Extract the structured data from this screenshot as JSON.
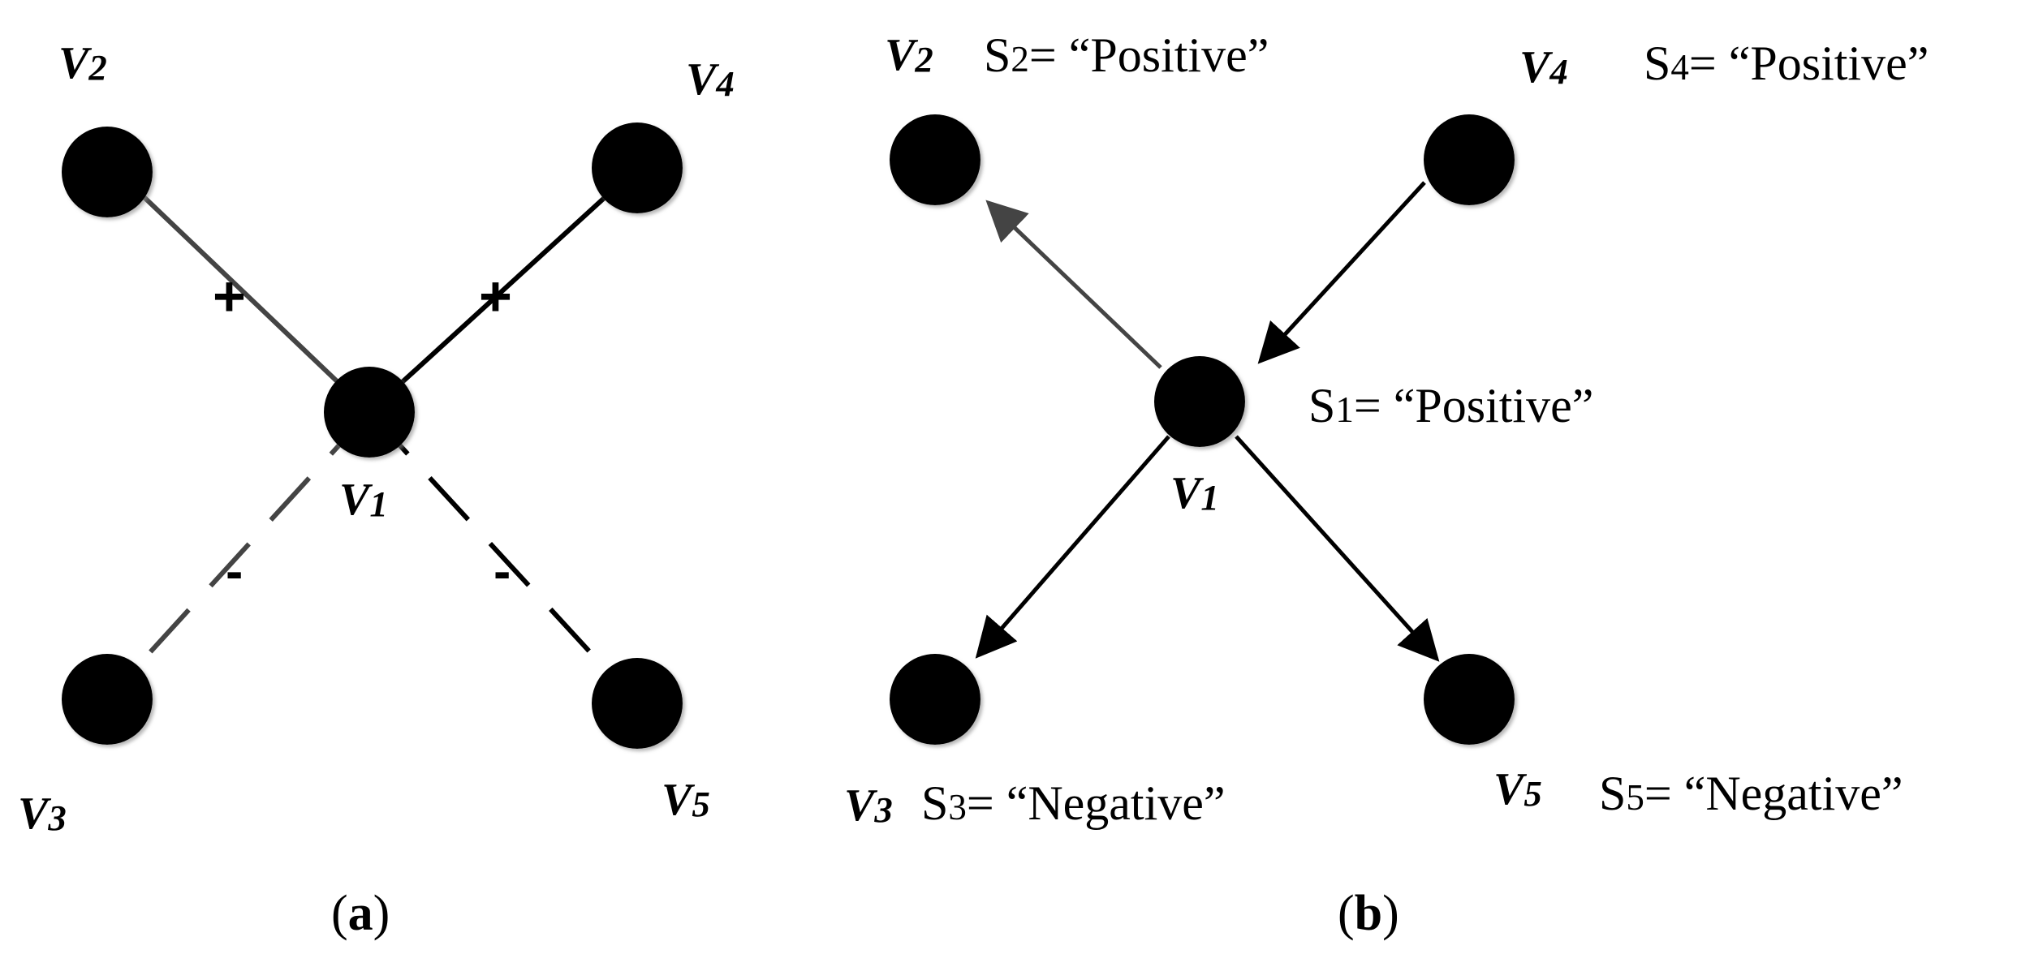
{
  "panel_a": {
    "caption_open": "(",
    "caption_letter": "a",
    "caption_close": ")",
    "nodes": {
      "v1": {
        "letter": "V",
        "index": "1"
      },
      "v2": {
        "letter": "V",
        "index": "2"
      },
      "v3": {
        "letter": "V",
        "index": "3"
      },
      "v4": {
        "letter": "V",
        "index": "4"
      },
      "v5": {
        "letter": "V",
        "index": "5"
      }
    },
    "edge_signs": {
      "v1_v2": "+",
      "v1_v4": "+",
      "v1_v3": "-",
      "v1_v5": "-"
    }
  },
  "panel_b": {
    "caption_open": "(",
    "caption_letter": "b",
    "caption_close": ")",
    "nodes": {
      "v1": {
        "letter": "V",
        "index": "1",
        "state_prefix": "S",
        "state_index": "1",
        "state_suffix": "= “Positive”"
      },
      "v2": {
        "letter": "V",
        "index": "2",
        "state_prefix": "S",
        "state_index": "2",
        "state_suffix": "= “Positive”"
      },
      "v3": {
        "letter": "V",
        "index": "3",
        "state_prefix": "S",
        "state_index": "3",
        "state_suffix": "= “Negative”"
      },
      "v4": {
        "letter": "V",
        "index": "4",
        "state_prefix": "S",
        "state_index": "4",
        "state_suffix": "= “Positive”"
      },
      "v5": {
        "letter": "V",
        "index": "5",
        "state_prefix": "S",
        "state_index": "5",
        "state_suffix": "= “Negative”"
      }
    }
  },
  "colors": {
    "node": "#000000",
    "edge_dark": "#000000",
    "edge_gray": "#444444",
    "background": "#ffffff"
  }
}
